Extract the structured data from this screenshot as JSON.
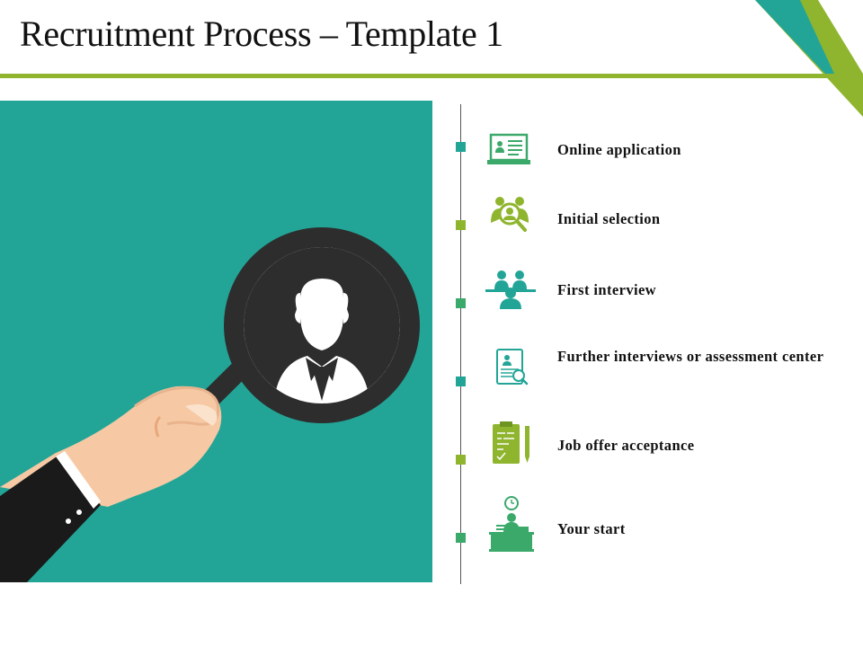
{
  "title": "Recruitment Process – Template 1",
  "colors": {
    "teal": "#22a597",
    "green": "#8fb52f",
    "mid_green": "#3aa96a",
    "dark": "#2d2d2d",
    "skin": "#f6c9a4",
    "white": "#ffffff"
  },
  "hero": {
    "icons": [
      "magnifying-glass-icon",
      "businessman-icon",
      "hand-icon"
    ]
  },
  "steps": [
    {
      "label": "Online application",
      "icon": "laptop-resume-icon",
      "marker_color": "teal"
    },
    {
      "label": "Initial selection",
      "icon": "group-search-icon",
      "marker_color": "green"
    },
    {
      "label": "First interview",
      "icon": "interview-panel-icon",
      "marker_color": "mid_green"
    },
    {
      "label": "Further interviews or assessment center",
      "icon": "document-search-icon",
      "marker_color": "teal"
    },
    {
      "label": "Job offer acceptance",
      "icon": "clipboard-pencil-icon",
      "marker_color": "green"
    },
    {
      "label": "Your start",
      "icon": "person-at-desk-icon",
      "marker_color": "mid_green"
    }
  ]
}
